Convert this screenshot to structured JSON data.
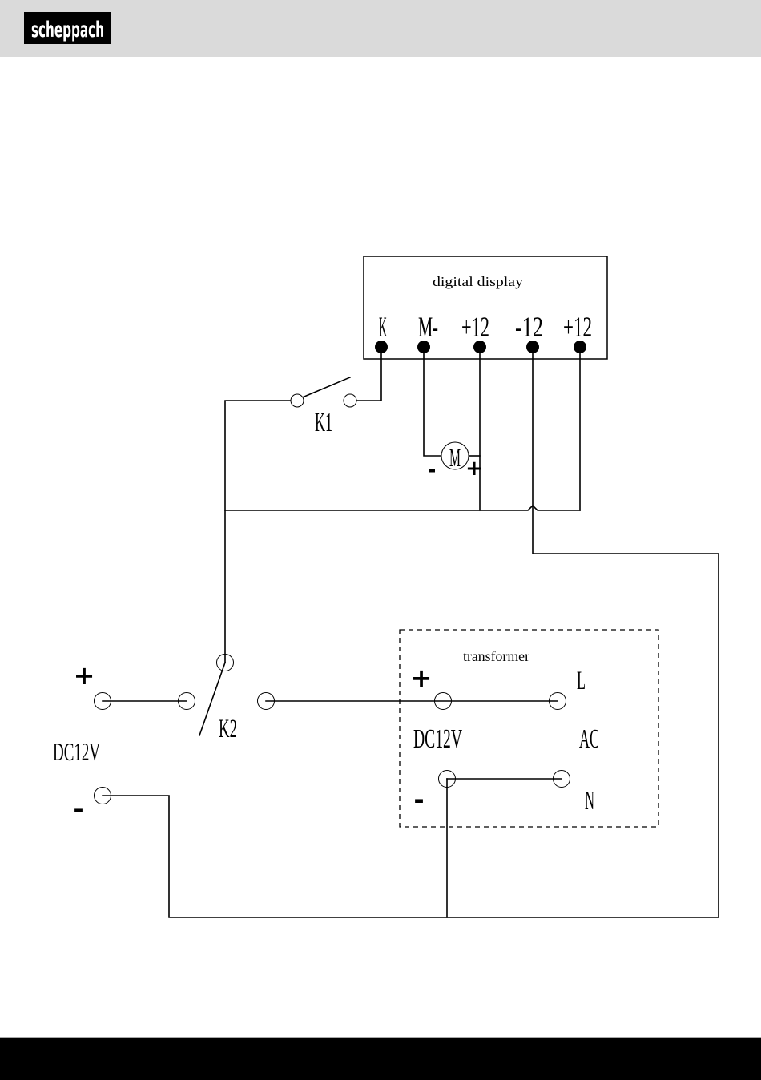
{
  "header": {
    "logo_text": "scheppach"
  },
  "diagram": {
    "digital_display": {
      "title": "digital display",
      "terminals": [
        "K",
        "M-",
        "+12",
        "-12",
        "+12"
      ]
    },
    "switch_k1": {
      "label": "K1"
    },
    "motor": {
      "label": "M",
      "minus": "-",
      "plus": "+"
    },
    "switch_k2": {
      "label": "K2"
    },
    "dc_input": {
      "plus": "+",
      "label": "DC12V",
      "minus": "-"
    },
    "transformer": {
      "title": "transformer",
      "dc_plus": "+",
      "dc_label": "DC12V",
      "dc_minus": "-",
      "ac_l": "L",
      "ac_label": "AC",
      "ac_n": "N"
    }
  }
}
